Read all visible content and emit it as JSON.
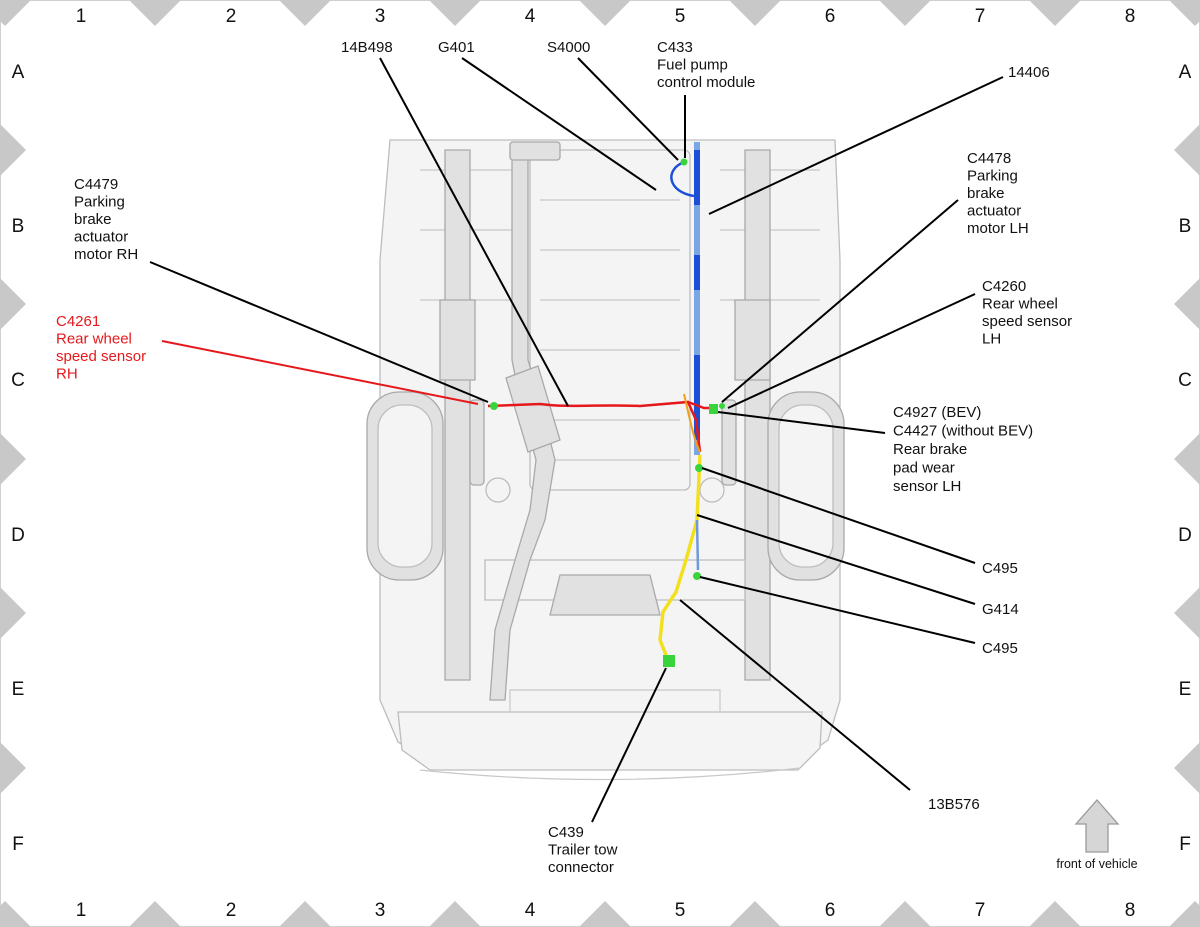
{
  "grid": {
    "columns": [
      "1",
      "2",
      "3",
      "4",
      "5",
      "6",
      "7",
      "8"
    ],
    "rows": [
      "A",
      "B",
      "C",
      "D",
      "E",
      "F"
    ]
  },
  "callouts": {
    "c14b498": "14B498",
    "g401": "G401",
    "s4000": "S4000",
    "c433": [
      "C433",
      "Fuel pump",
      "control module"
    ],
    "c14406": "14406",
    "c4479": [
      "C4479",
      "Parking",
      "brake",
      "actuator",
      "motor RH"
    ],
    "c4478": [
      "C4478",
      "Parking",
      "brake",
      "actuator",
      "motor LH"
    ],
    "c4261": [
      "C4261",
      "Rear wheel",
      "speed sensor",
      "RH"
    ],
    "c4260": [
      "C4260",
      "Rear wheel",
      "speed sensor",
      "LH"
    ],
    "c4927": [
      "C4927 (BEV)",
      "C4427 (without BEV)",
      "Rear brake",
      "pad wear",
      "sensor LH"
    ],
    "c495_upper": "C495",
    "g414": "G414",
    "c495_lower": "C495",
    "c13b576": "13B576",
    "c439": [
      "C439",
      "Trailer tow",
      "connector"
    ]
  },
  "orientation": {
    "label": "front of vehicle"
  },
  "colors": {
    "highlight": "#e5191c",
    "harness_blue": "#1a4fd6",
    "harness_yellow": "#f2e01f",
    "connector_green": "#39d43c",
    "tick_gray": "#c8c8c8"
  }
}
